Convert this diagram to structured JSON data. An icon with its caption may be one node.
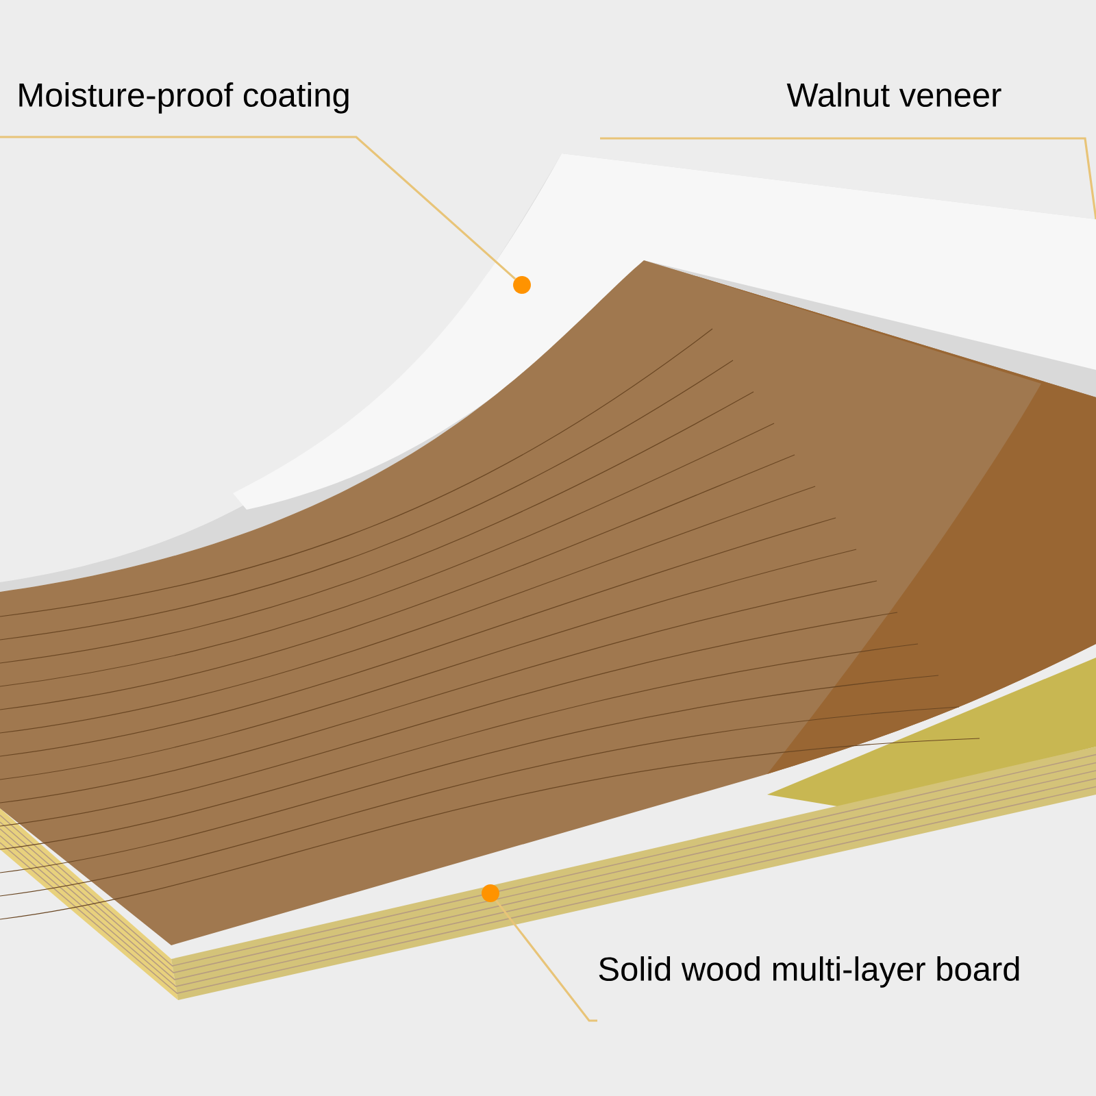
{
  "diagram": {
    "nodes": [
      {
        "text": [
          "Moisture-proof coating"
        ]
      },
      {
        "text": [
          "Walnut veneer"
        ]
      },
      {
        "text": [
          "Solid wood multi-layer board"
        ]
      },
      {
        "text": [],
        "shape": "circle"
      },
      {
        "text": [],
        "shape": "circle"
      }
    ],
    "edges": [
      {
        "from": 0,
        "to": 3,
        "arrow": "none"
      },
      {
        "from": 1,
        "to": null,
        "arrow": "none"
      },
      {
        "from": 2,
        "to": 4,
        "arrow": "none"
      }
    ]
  }
}
